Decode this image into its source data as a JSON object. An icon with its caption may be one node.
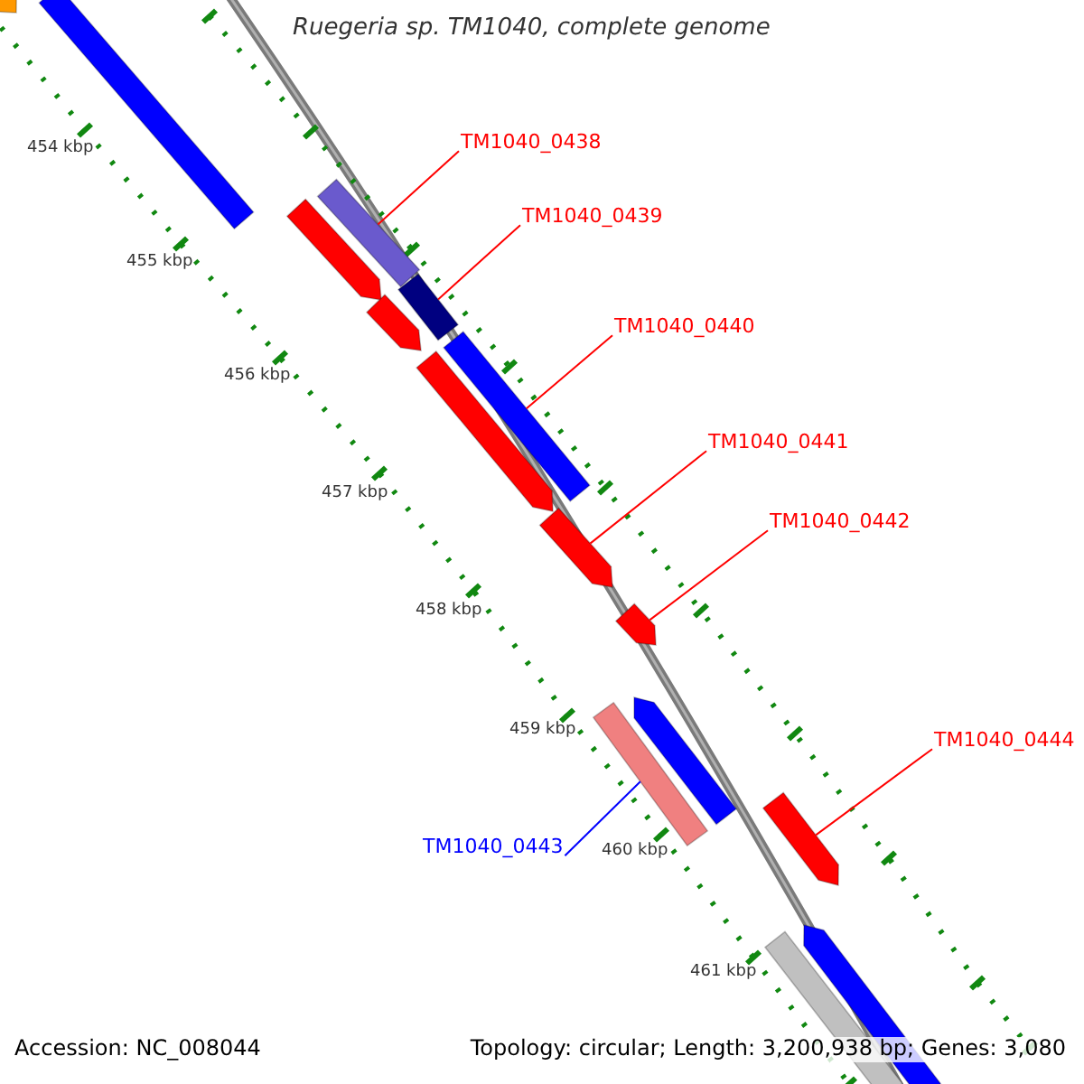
{
  "diagram": {
    "title": "Ruegeria sp. TM1040, complete genome",
    "nodes": [
      {
        "text": [],
        "shape": "bar"
      },
      {
        "text": [],
        "shape": "bar"
      },
      {
        "text": [
          "TM1040_0438"
        ]
      },
      {
        "text": [],
        "shape": "bar"
      },
      {
        "text": [
          "TM1040_0439"
        ]
      },
      {
        "text": [],
        "shape": "bar"
      },
      {
        "text": [],
        "shape": "bar"
      },
      {
        "text": [],
        "shape": "bar"
      },
      {
        "text": [
          "TM1040_0440"
        ]
      },
      {
        "text": [],
        "shape": "bar"
      },
      {
        "text": [],
        "shape": "bar"
      },
      {
        "text": [
          "TM1040_0441"
        ]
      },
      {
        "text": [],
        "shape": "bar"
      },
      {
        "text": [
          "TM1040_0442"
        ]
      },
      {
        "text": [],
        "shape": "bar"
      },
      {
        "text": [],
        "shape": "bar"
      },
      {
        "text": [],
        "shape": "bar"
      },
      {
        "text": [
          "TM1040_0444"
        ]
      },
      {
        "text": [],
        "shape": "bar"
      },
      {
        "text": [
          "TM1040_0443"
        ]
      },
      {
        "text": [],
        "shape": "bar"
      },
      {
        "text": [],
        "shape": "bar"
      }
    ],
    "edges": [
      {
        "from": 2,
        "to": 3,
        "arrow": "none"
      },
      {
        "from": 4,
        "to": 6,
        "arrow": "none"
      },
      {
        "from": 8,
        "to": 9,
        "arrow": "none"
      },
      {
        "from": 11,
        "to": 12,
        "arrow": "none"
      },
      {
        "from": 13,
        "to": 14,
        "arrow": "none"
      },
      {
        "from": 17,
        "to": 18,
        "arrow": "none"
      },
      {
        "from": 19,
        "to": 16,
        "arrow": "none",
        "color": "#0000ff"
      }
    ],
    "labels": [
      "454 kbp",
      "455 kbp",
      "456 kbp",
      "457 kbp",
      "458 kbp",
      "459 kbp",
      "460 kbp",
      "461 kbp",
      "Accession: NC_008044",
      "Topology: circular; Length: 3,200,938 bp; Genes: 3,080"
    ]
  }
}
